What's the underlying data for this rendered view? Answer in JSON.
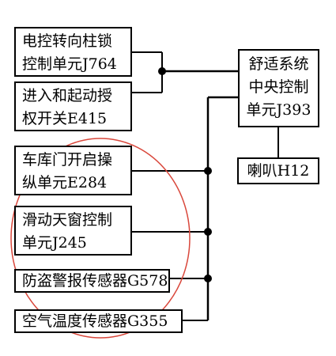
{
  "nodes": {
    "j764": "电控转向柱锁\n控制单元J764",
    "e415": "进入和起动授\n权开关E415",
    "e284": "车库门开启操\n纵单元E284",
    "j245": "滑动天窗控制\n单元J245",
    "g578": "防盗警报传感器G578",
    "g355": "空气温度传感器G355",
    "j393": "舒适系统\n中央控制\n单元J393",
    "h12": "喇叭H12"
  },
  "colors": {
    "line": "#000000",
    "highlight_ellipse": "#d9473b"
  }
}
